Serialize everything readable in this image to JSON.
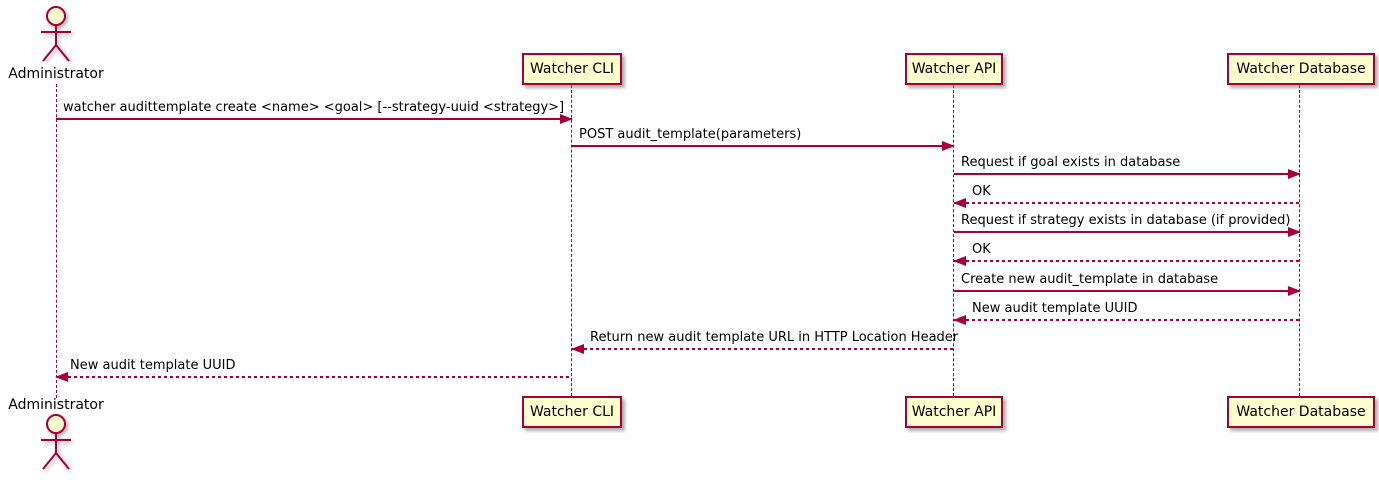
{
  "diagram": {
    "type": "sequence",
    "actor": {
      "name": "Administrator"
    },
    "participants": [
      {
        "name": "Watcher CLI"
      },
      {
        "name": "Watcher API"
      },
      {
        "name": "Watcher Database"
      }
    ],
    "messages": [
      {
        "from": "Administrator",
        "to": "Watcher CLI",
        "line": "solid",
        "text": "watcher audittemplate create <name> <goal> [--strategy-uuid <strategy>]"
      },
      {
        "from": "Watcher CLI",
        "to": "Watcher API",
        "line": "solid",
        "text": "POST audit_template(parameters)"
      },
      {
        "from": "Watcher API",
        "to": "Watcher Database",
        "line": "solid",
        "text": "Request if goal exists in database"
      },
      {
        "from": "Watcher Database",
        "to": "Watcher API",
        "line": "dotted",
        "text": "OK"
      },
      {
        "from": "Watcher API",
        "to": "Watcher Database",
        "line": "solid",
        "text": "Request if strategy exists in database (if provided)"
      },
      {
        "from": "Watcher Database",
        "to": "Watcher API",
        "line": "dotted",
        "text": "OK"
      },
      {
        "from": "Watcher API",
        "to": "Watcher Database",
        "line": "solid",
        "text": "Create new audit_template in database"
      },
      {
        "from": "Watcher Database",
        "to": "Watcher API",
        "line": "dotted",
        "text": "New audit template UUID"
      },
      {
        "from": "Watcher API",
        "to": "Watcher CLI",
        "line": "dotted",
        "text": "Return new audit template URL in HTTP Location Header"
      },
      {
        "from": "Watcher CLI",
        "to": "Administrator",
        "line": "dotted",
        "text": "New audit template UUID"
      }
    ],
    "colors": {
      "participant_fill": "#FEFECE",
      "participant_border": "#A80036",
      "arrow_line": "#A80036",
      "text": "#000000",
      "background": "#FFFFFF"
    }
  }
}
